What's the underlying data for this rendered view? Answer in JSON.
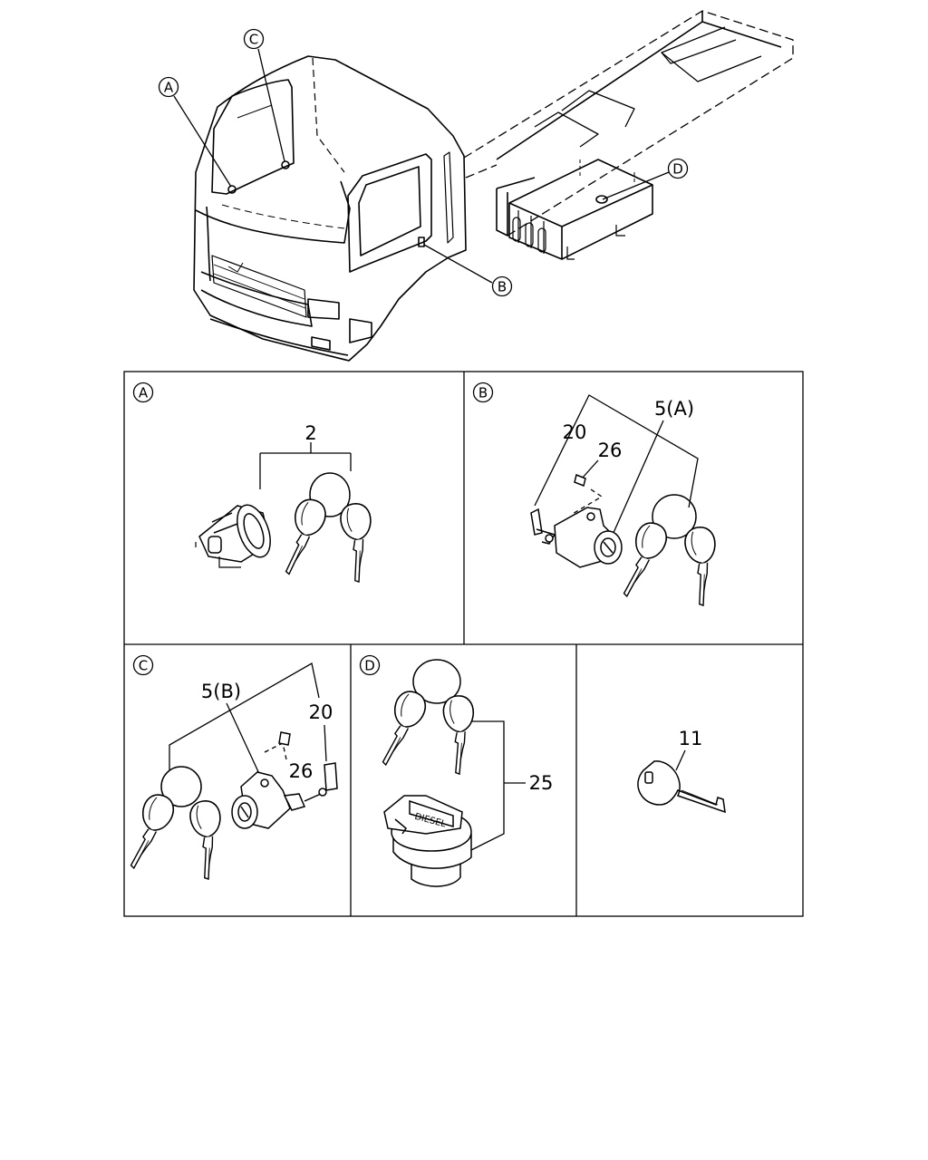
{
  "callouts": {
    "a": "A",
    "b": "B",
    "c": "C",
    "d": "D"
  },
  "panels": {
    "a": {
      "tag": "A",
      "part": "2"
    },
    "b": {
      "tag": "B",
      "part_lock": "5(A)",
      "part_rod": "20",
      "part_bolt": "26"
    },
    "c": {
      "tag": "C",
      "part_lock": "5(B)",
      "part_rod": "20",
      "part_bolt": "26"
    },
    "d": {
      "tag": "D",
      "part_cap": "25"
    },
    "e": {
      "part_key": "11"
    }
  },
  "fuel_cap_text": "DIESEL"
}
